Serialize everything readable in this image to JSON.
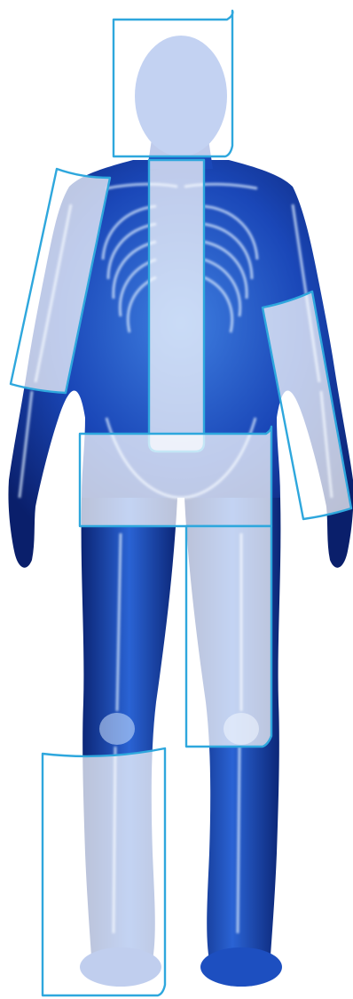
{
  "colors": {
    "background": "#ffffff",
    "body_deep": "#0a1f6b",
    "body_mid": "#1c4fc4",
    "body_glow": "#5aa9ee",
    "bone": "#e6f2ff",
    "region_fill": "#ffffff",
    "region_stroke": "#2ea7dd"
  },
  "figure": {
    "icon": "human-skeleton-xray-icon"
  },
  "regions": [
    {
      "id": "head",
      "icon": "cylinder-outline-icon"
    },
    {
      "id": "spine",
      "icon": "cylinder-outline-icon"
    },
    {
      "id": "right-upper-arm",
      "icon": "cylinder-outline-icon"
    },
    {
      "id": "left-forearm",
      "icon": "cylinder-outline-icon"
    },
    {
      "id": "pelvis",
      "icon": "cylinder-outline-icon"
    },
    {
      "id": "left-thigh",
      "icon": "cylinder-outline-icon"
    },
    {
      "id": "right-lower-leg",
      "icon": "cylinder-outline-icon"
    }
  ]
}
